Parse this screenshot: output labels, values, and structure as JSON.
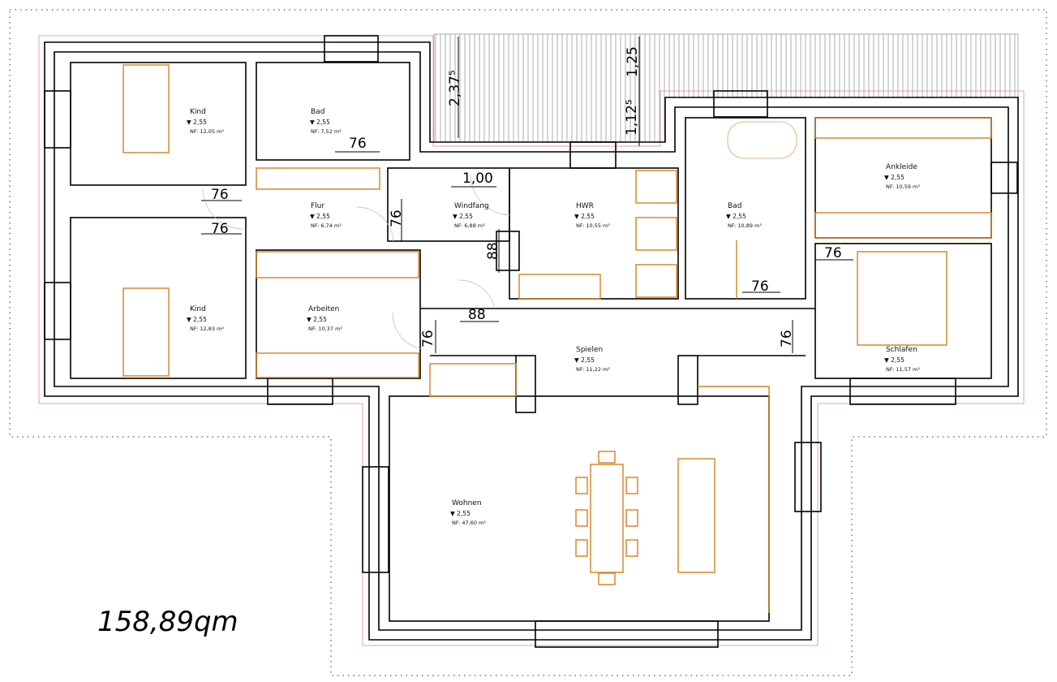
{
  "plan": {
    "total_area": "158,89qm",
    "colors": {
      "wall": "#000000",
      "furniture": "#d4811e",
      "roof_edge": "#e6a0a8"
    },
    "rooms": [
      {
        "name": "Kind",
        "height": "2,55",
        "area": "NF: 12,05 m²"
      },
      {
        "name": "Bad",
        "height": "2,55",
        "area": "NF: 7,52 m²"
      },
      {
        "name": "Flur",
        "height": "2,55",
        "area": "NF: 6,74 m²"
      },
      {
        "name": "Windfang",
        "height": "2,55",
        "area": "NF: 6,88 m²"
      },
      {
        "name": "HWR",
        "height": "2,55",
        "area": "NF: 10,55 m²"
      },
      {
        "name": "Bad",
        "height": "2,55",
        "area": "NF: 10,89 m²"
      },
      {
        "name": "Ankleide",
        "height": "2,55",
        "area": "NF: 10,59 m²"
      },
      {
        "name": "Kind",
        "height": "2,55",
        "area": "NF: 12,83 m²"
      },
      {
        "name": "Arbeiten",
        "height": "2,55",
        "area": "NF: 10,37 m²"
      },
      {
        "name": "Spielen",
        "height": "2,55",
        "area": "NF: 11,22 m²"
      },
      {
        "name": "Schlafen",
        "height": "2,55",
        "area": "NF: 11,57 m²"
      },
      {
        "name": "Wohnen",
        "height": "2,55",
        "area": "NF: 47,60 m²"
      }
    ],
    "dimensions": [
      "2,37⁵",
      "1,25",
      "1,12⁵",
      "1,00",
      "76",
      "76",
      "76",
      "76",
      "88",
      "88",
      "76",
      "76",
      "76",
      "76"
    ]
  }
}
